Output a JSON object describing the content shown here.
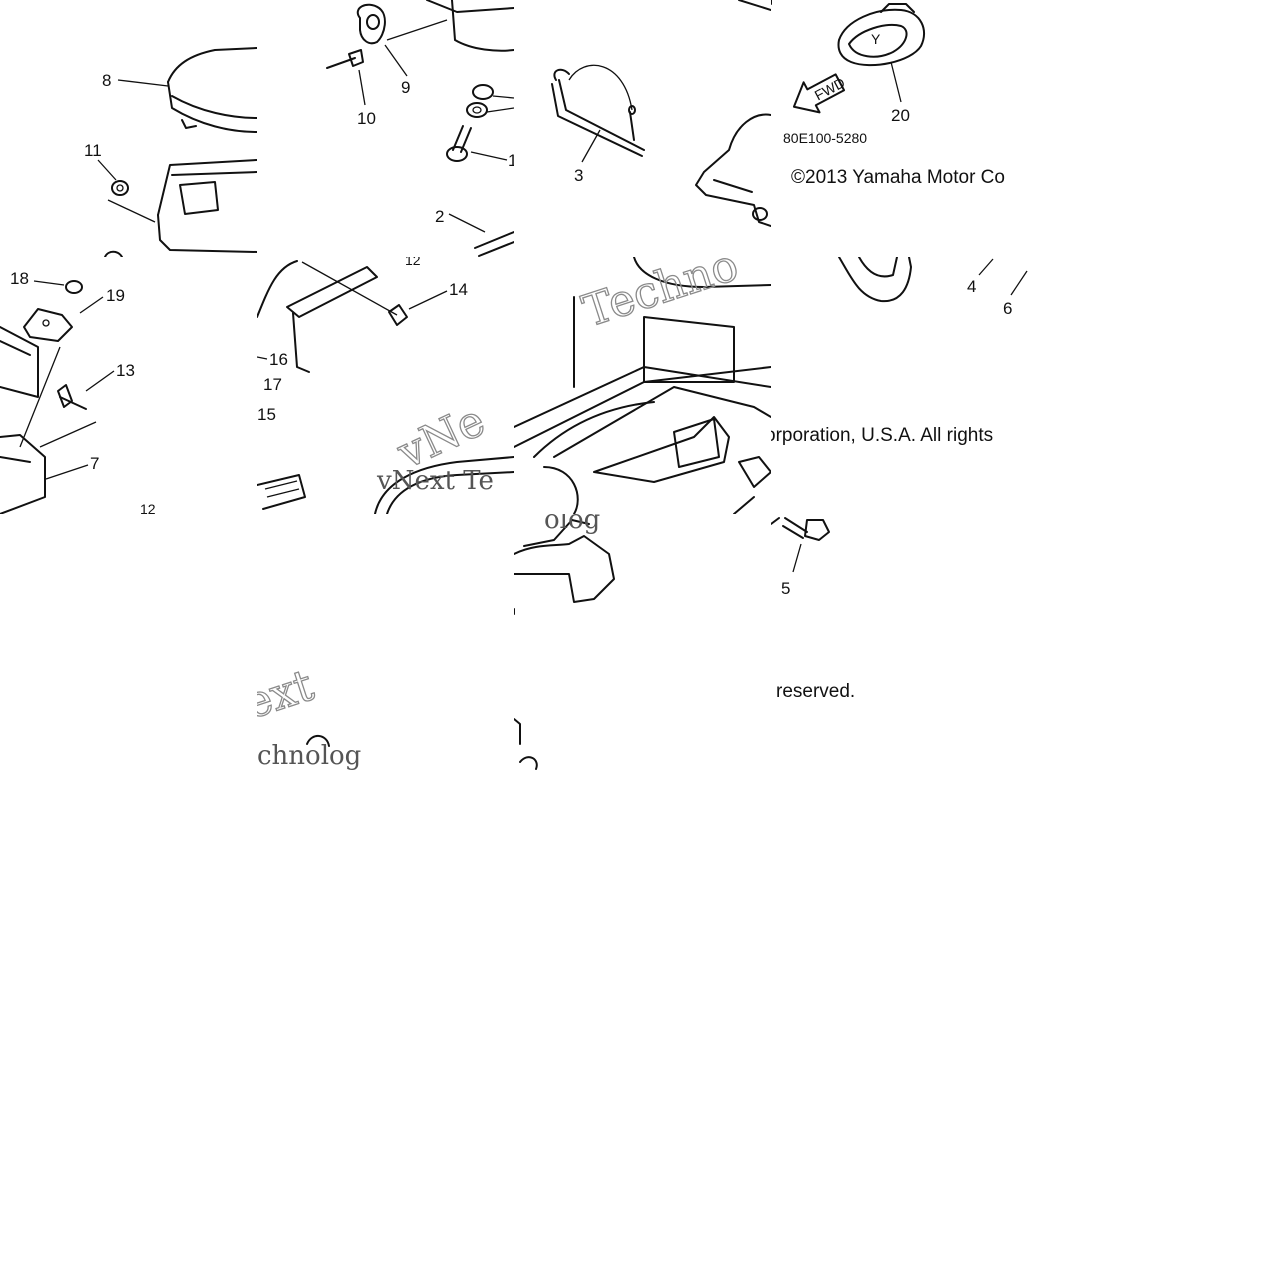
{
  "diagram": {
    "callouts": {
      "n1": "1",
      "n2": "2",
      "n3": "3",
      "n4": "4",
      "n5": "5",
      "n6": "6",
      "n7": "7",
      "n8": "8",
      "n9": "9",
      "n10": "10",
      "n11": "11",
      "n12": "12",
      "n13": "13",
      "n14": "14",
      "n15": "15",
      "n16": "16",
      "n17": "17",
      "n18": "18",
      "n19": "19",
      "n20": "20"
    },
    "fwd_label": "FWD",
    "part_code": "80E100-5280",
    "copyright_line1": "©2013 Yamaha Motor Co",
    "copyright_line2": "orporation, U.S.A. All rights",
    "copyright_line3": "reserved.",
    "watermark_parts": {
      "a": "Techno",
      "b": "vNext Te",
      "c": "vNe",
      "d": "ext",
      "e": "chnolog",
      "f": "olog"
    }
  }
}
